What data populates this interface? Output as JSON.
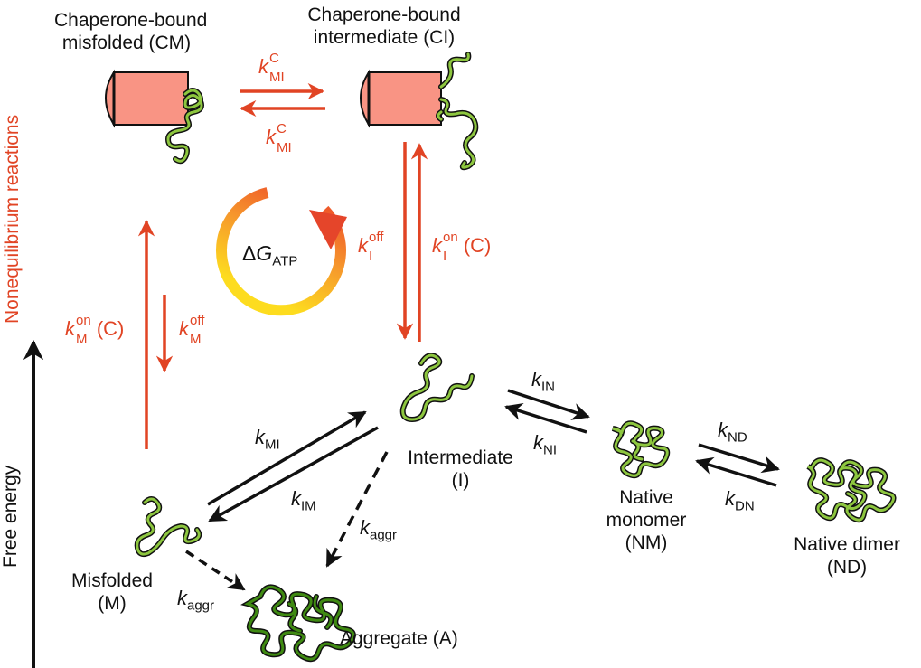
{
  "colors": {
    "reaction_red": "#e14424",
    "chaperone_fill": "#f99484",
    "protein_green": "#3f7a12",
    "ring_start": "#ef5a2a",
    "ring_end": "#fddc1f"
  },
  "states": {
    "cm": [
      "Chaperone-bound",
      "misfolded (CM)"
    ],
    "ci": [
      "Chaperone-bound",
      "intermediate (CI)"
    ],
    "intermediate": [
      "Intermediate",
      "(I)"
    ],
    "native_monomer": [
      "Native",
      "monomer",
      "(NM)"
    ],
    "native_dimer": [
      "Native dimer",
      "(ND)"
    ],
    "misfolded": [
      "Misfolded",
      "(M)"
    ],
    "aggregate": "Aggregate (A)"
  },
  "axes": {
    "free_energy": "Free energy",
    "nonequilibrium": "Nonequilibrium reactions"
  },
  "rates": {
    "k": "k",
    "C": "C",
    "MI": "MI",
    "IM": "IM",
    "IN": "IN",
    "NI": "NI",
    "ND": "ND",
    "DN": "DN",
    "aggr": "aggr",
    "on": "on",
    "off": "off",
    "M": "M",
    "I": "I",
    "conc": "(C)"
  },
  "atp": {
    "delta": "Δ",
    "G": "G",
    "sub": "ATP"
  }
}
